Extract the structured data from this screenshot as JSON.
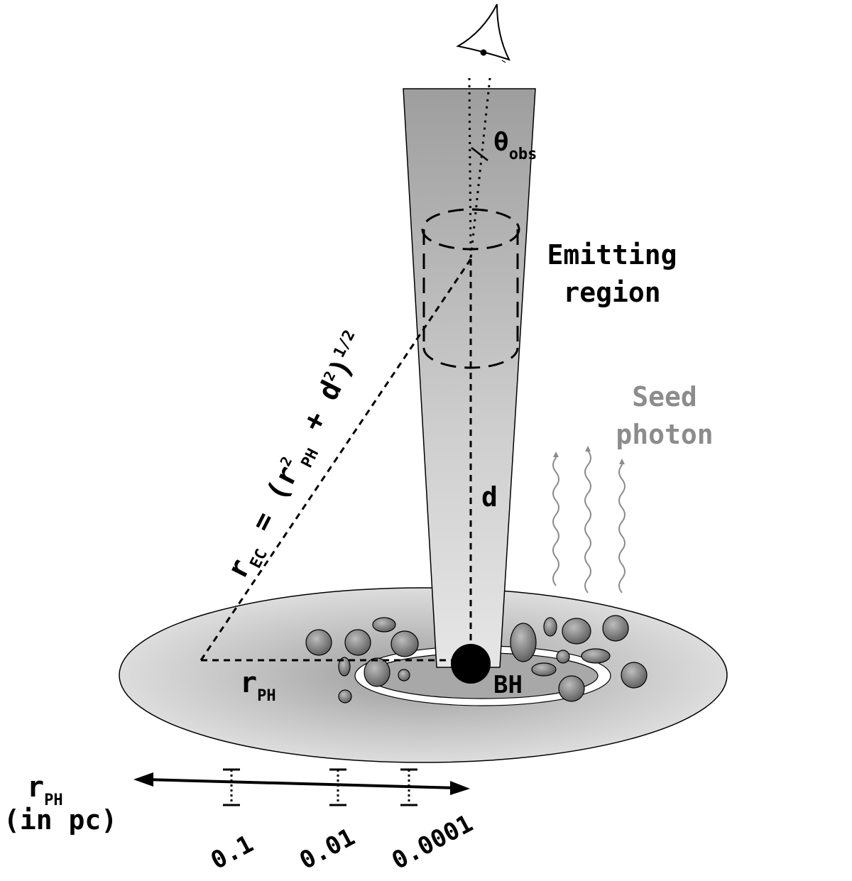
{
  "labels": {
    "theta": "θ",
    "theta_sub": "obs",
    "emitting_line1": "Emitting",
    "emitting_line2": "region",
    "seed_line1": "Seed",
    "seed_line2": "photon",
    "d": "d",
    "bh": "BH",
    "rph_r": "r",
    "rph_sub": "PH",
    "rec_r": "r",
    "rec_sub": "EC",
    "rec_eq": " = (r",
    "rec_sup2": "2",
    "rec_ph": "PH",
    "rec_plus": " + d",
    "rec_sup2b": "2",
    "rec_close": ")",
    "rec_exp": "1/2"
  },
  "scale": {
    "axis_r": "r",
    "axis_sub": "PH",
    "axis_unit": "(in pc)",
    "ticks": [
      "0.1",
      "0.01",
      "0.0001"
    ]
  },
  "colors": {
    "seed": "#8c8c8c",
    "ink": "#000000"
  }
}
